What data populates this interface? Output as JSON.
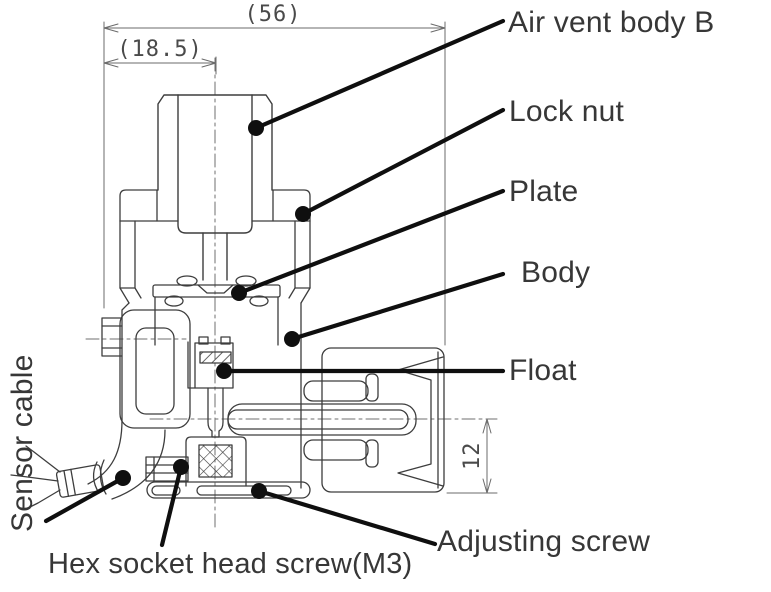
{
  "figure": {
    "part_labels": {
      "air_vent_body_b": "Air vent body B",
      "lock_nut": "Lock nut",
      "plate": "Plate",
      "body": "Body",
      "float": "Float",
      "adjusting_screw": "Adjusting screw",
      "hex_socket_head_screw": "Hex socket head screw(M3)",
      "sensor_cable": "Sensor cable"
    },
    "dimensions": {
      "overall_width": "(56)",
      "left_offset": "(18.5)",
      "outlet_half_height": "12"
    },
    "colors": {
      "background": "#ffffff",
      "drawing_line": "#3d3d3d",
      "dimension_line": "#6b6b6b",
      "leader_line": "#0f0f0f",
      "label_text": "#373737",
      "dimension_text": "#4a4a4a"
    }
  }
}
